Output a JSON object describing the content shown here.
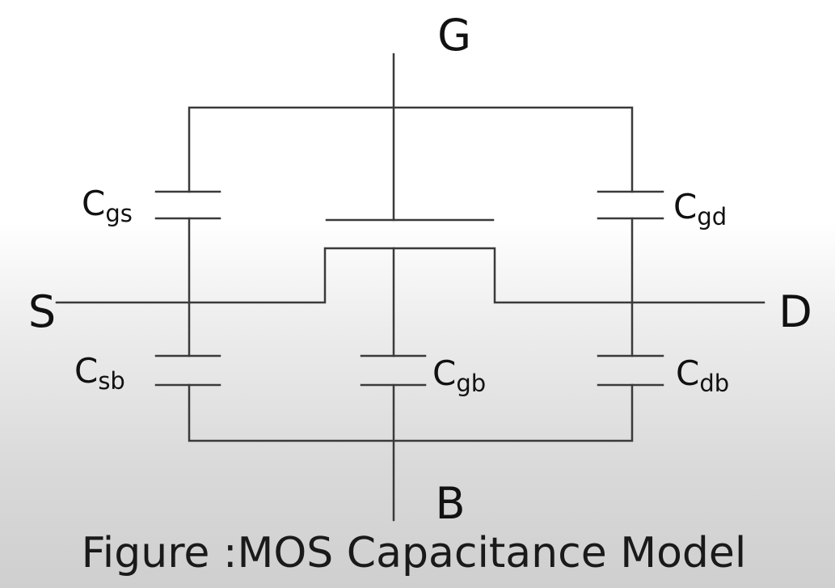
{
  "terminals": {
    "gate": "G",
    "source": "S",
    "drain": "D",
    "body": "B"
  },
  "capacitors": {
    "cgs": {
      "main": "C",
      "sub": "gs"
    },
    "cgd": {
      "main": "C",
      "sub": "gd"
    },
    "csb": {
      "main": "C",
      "sub": "sb"
    },
    "cgb": {
      "main": "C",
      "sub": "gb"
    },
    "cdb": {
      "main": "C",
      "sub": "db"
    }
  },
  "caption": "Figure :MOS Capacitance Model"
}
